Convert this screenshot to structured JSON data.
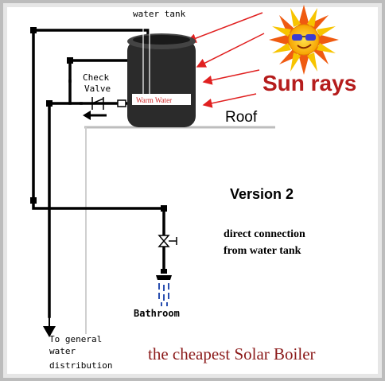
{
  "labels": {
    "water_tank": "water tank",
    "check_valve_line1": "Check",
    "check_valve_line2": "Valve",
    "warm_water": "Warm Water",
    "sun_rays": "Sun rays",
    "roof": "Roof",
    "version": "Version 2",
    "direct_line1": "direct connection",
    "direct_line2": "from water tank",
    "bathroom": "Bathroom",
    "distribution_line1": "To general",
    "distribution_line2": "water",
    "distribution_line3": "distribution",
    "tagline": "the cheapest Solar Boiler"
  },
  "colors": {
    "background": "#ffffff",
    "frame_outer": "#c8c8c8",
    "pipe": "#000000",
    "tank": "#2b2b2b",
    "sun_rays_text": "#b51c1c",
    "arrow_red": "#e02020",
    "shower_water": "#2a4fb0",
    "sun_yellow": "#f7c400",
    "sun_orange": "#ef5a10",
    "roof_line": "#bdbdbd"
  },
  "icons": [
    "sun-icon",
    "check-valve-icon",
    "faucet-valve-icon",
    "shower-head-icon",
    "flow-arrow-icon"
  ]
}
